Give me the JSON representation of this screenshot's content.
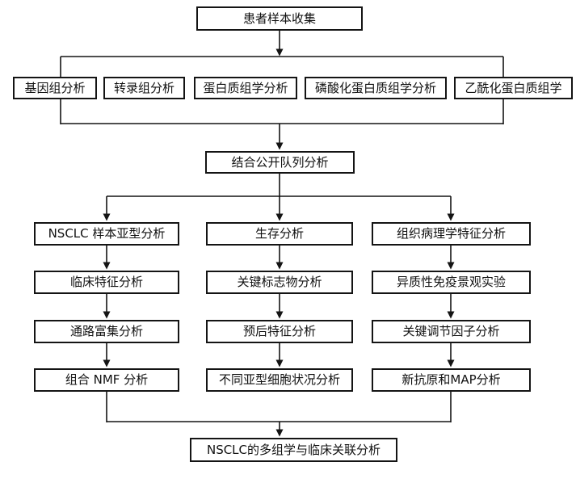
{
  "diagram": {
    "type": "flowchart",
    "nodes": {
      "collect": "患者样本收集",
      "omics": [
        "基因组分析",
        "转录组分析",
        "蛋白质组学分析",
        "磷酸化蛋白质组学分析",
        "乙酰化蛋白质组学"
      ],
      "cohort": "结合公开队列分析",
      "col1": [
        "NSCLC 样本亚型分析",
        "临床特征分析",
        "通路富集分析",
        "组合 NMF 分析"
      ],
      "col2": [
        "生存分析",
        "关键标志物分析",
        "预后特征分析",
        "不同亚型细胞状况分析"
      ],
      "col3": [
        "组织病理学特征分析",
        "异质性免疫景观实验",
        "关键调节因子分析",
        "新抗原和MAP分析"
      ],
      "final": "NSCLC的多组学与临床关联分析"
    },
    "colors": {
      "box_border": "#141414",
      "box_background": "#ffffff",
      "line": "#141414",
      "text": "#111111",
      "canvas_background": "#ffffff"
    }
  }
}
